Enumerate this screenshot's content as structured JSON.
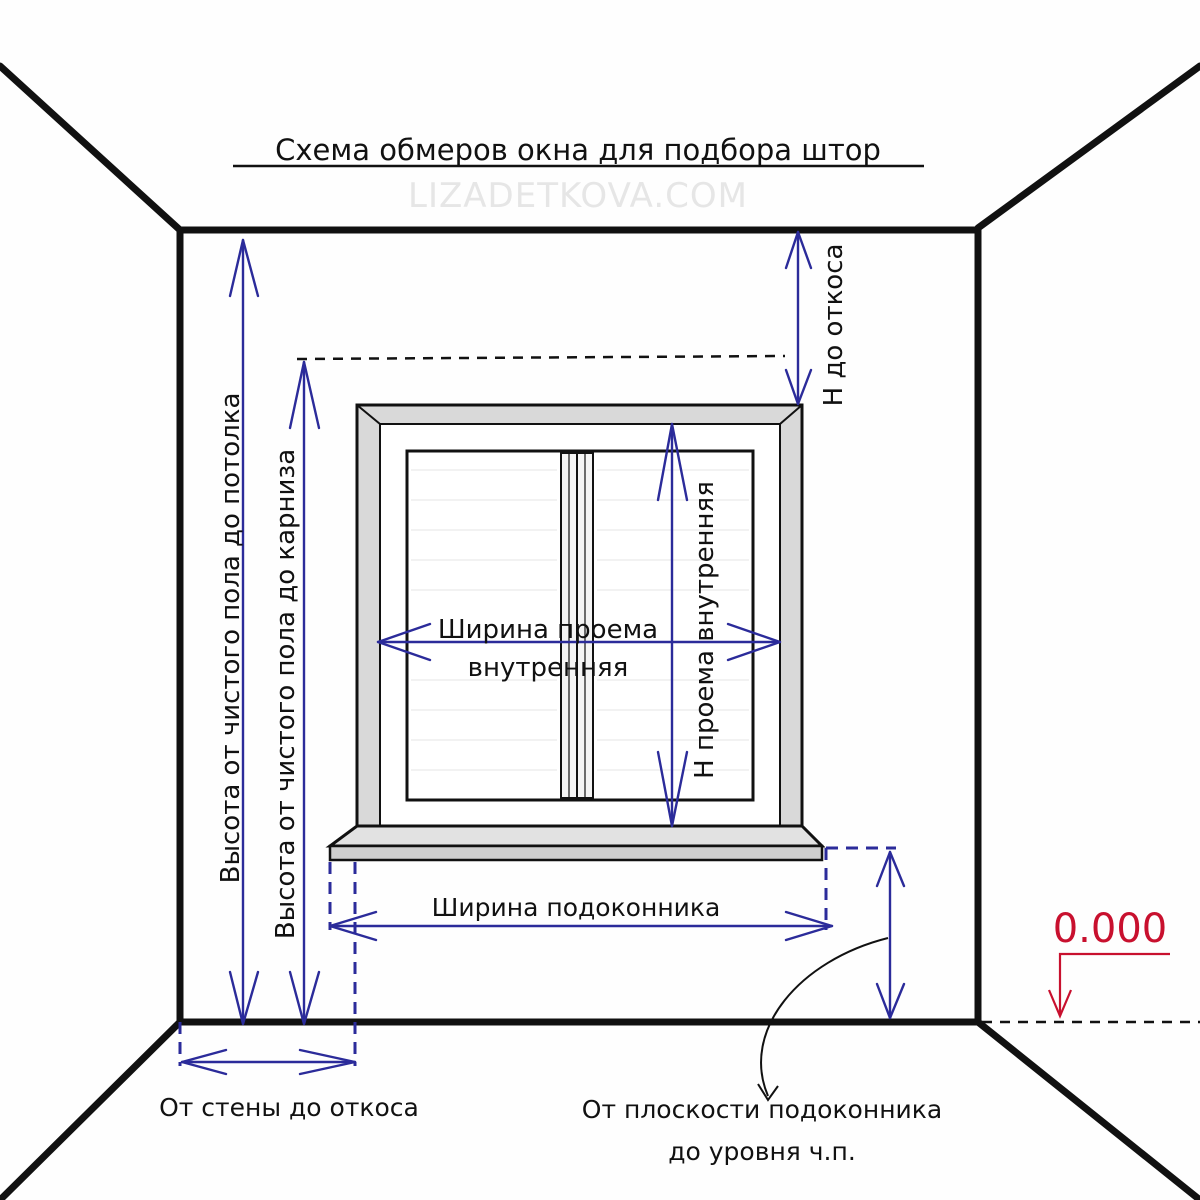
{
  "title": "Схема обмеров окна для подбора штор",
  "watermark": "LIZADETKOVA.COM",
  "labels": {
    "ceiling_height": "Высота от чистого пола до потолка",
    "cornice_height": "Высота от чистого пола до карниза",
    "h_to_slope": "Н до откоса",
    "opening_width_line1": "Ширина проема",
    "opening_width_line2": "внутренняя",
    "opening_height": "Н проема внутренняя",
    "sill_width": "Ширина подоконника",
    "wall_to_slope": "От стены до откоса",
    "sill_to_floor_line1": "От плоскости подоконника",
    "sill_to_floor_line2": "до уровня ч.п.",
    "floor_level": "0.000"
  },
  "colors": {
    "wall_lines": "#111111",
    "dimension_lines": "#2b2b9a",
    "floor_level_mark": "#c8102e",
    "window_frame": "#d9d9d9"
  }
}
